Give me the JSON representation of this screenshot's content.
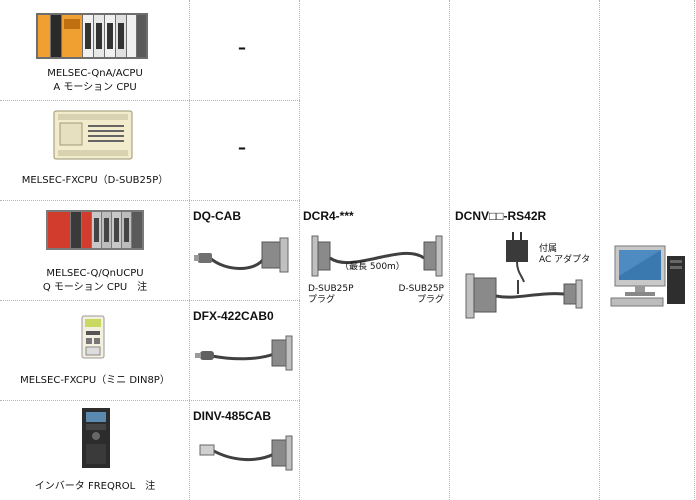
{
  "devices": [
    {
      "label_lines": [
        "MELSEC-QnA/ACPU",
        "A モーション CPU"
      ],
      "cable": "–"
    },
    {
      "label_lines": [
        "MELSEC-FXCPU（D-SUB25P）"
      ],
      "cable": "–"
    },
    {
      "label_lines": [
        "MELSEC-Q/QnUCPU",
        "Q モーション CPU　注"
      ],
      "cable": "DQ-CAB"
    },
    {
      "label_lines": [
        "MELSEC-FXCPU（ミニ DIN8P）"
      ],
      "cable": "DFX-422CAB0"
    },
    {
      "label_lines": [
        "インバータ FREQROL　注"
      ],
      "cable": "DINV-485CAB"
    }
  ],
  "extension": {
    "name": "DCR4-***",
    "length_note": "（最長 500m）",
    "left_plug": [
      "D-SUB25P",
      "プラグ"
    ],
    "right_plug": [
      "D-SUB25P",
      "プラグ"
    ]
  },
  "converter": {
    "name": "DCNV□□-RS42R",
    "adapter_note": [
      "付属",
      "AC アダプタ"
    ]
  },
  "colors": {
    "grid": "#b4b4b4",
    "plc_orange": "#f0a030",
    "plc_red": "#d23c2c",
    "plc_gray": "#8c8c8c",
    "cable": "#404040"
  }
}
